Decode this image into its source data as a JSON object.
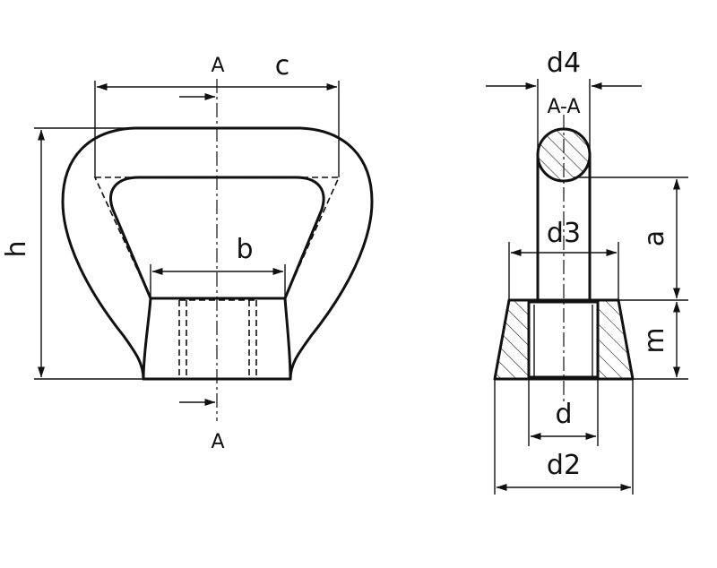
{
  "labels": {
    "section_top": "A",
    "section_bottom": "A",
    "section_view": "A-A",
    "c": "c",
    "h": "h",
    "b": "b",
    "d4": "d4",
    "d3": "d3",
    "a": "a",
    "m": "m",
    "d": "d",
    "d2": "d2"
  }
}
